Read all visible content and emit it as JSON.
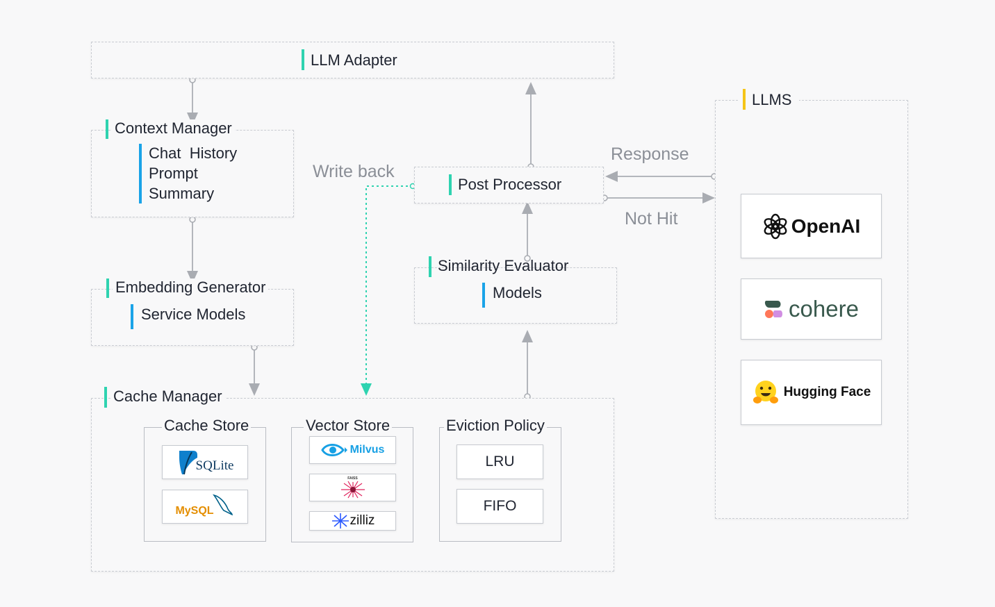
{
  "llm_adapter": "LLM Adapter",
  "context_manager": {
    "title": "Context Manager",
    "items": [
      "Chat  History",
      "Prompt",
      "Summary"
    ]
  },
  "embedding_generator": {
    "title": "Embedding Generator",
    "item": "Service Models"
  },
  "cache_manager": {
    "title": "Cache Manager",
    "cache_store": {
      "title": "Cache Store",
      "items": [
        "SQLite",
        "MySQL"
      ]
    },
    "vector_store": {
      "title": "Vector Store",
      "items": [
        "Milvus",
        "FAISS",
        "zilliz"
      ]
    },
    "eviction_policy": {
      "title": "Eviction Policy",
      "items": [
        "LRU",
        "FIFO"
      ]
    }
  },
  "post_processor": "Post Processor",
  "similarity_evaluator": {
    "title": "Similarity Evaluator",
    "item": "Models"
  },
  "edges": {
    "write_back": "Write back",
    "response": "Response",
    "not_hit": "Not Hit"
  },
  "llms": {
    "title": "LLMS",
    "providers": [
      "OpenAI",
      "cohere",
      "Hugging Face"
    ]
  },
  "colors": {
    "accent_teal": "#2fd3b0",
    "accent_blue": "#1aa3e8",
    "accent_yellow": "#f5c518",
    "write_back_line": "#2fd3b0"
  }
}
